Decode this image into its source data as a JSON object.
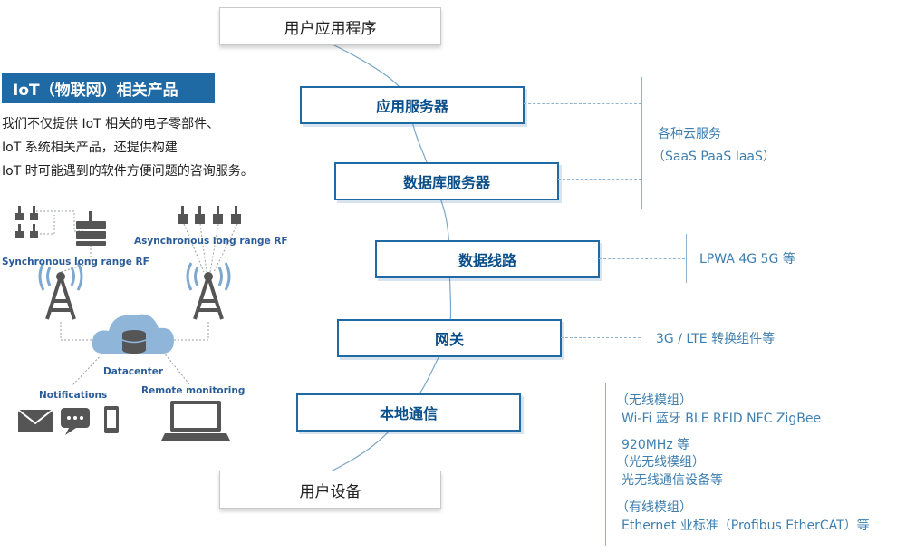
{
  "stack": {
    "top": "用户应用程序",
    "layers": [
      "应用服务器",
      "数据库服务器",
      "数据线路",
      "网关",
      "本地通信"
    ],
    "bottom": "用户设备"
  },
  "right_labels": {
    "cloud_1": "各种云服务",
    "cloud_2": "（SaaS PaaS IaaS）",
    "line": "LPWA 4G 5G 等",
    "gateway": "3G / LTE 转换组件等",
    "local": [
      "（无线模组）",
      "Wi-Fi 蓝牙 BLE RFID NFC ZigBee",
      "920MHz 等",
      "（光无线模组）",
      "光无线通信设备等",
      "（有线模组）",
      "Ethernet 业标准（Profibus EtherCAT）等"
    ]
  },
  "iot": {
    "title": "IoT（物联网）相关产品",
    "desc": [
      "我们不仅提供 IoT 相关的电子零部件、",
      "IoT 系统相关产品，还提供构建",
      "IoT 时可能遇到的软件方便问题的咨询服务。"
    ]
  },
  "illustration": {
    "sync": "Synchronous long range RF",
    "async": "Asynchronous long range RF",
    "datacenter": "Datacenter",
    "notifications": "Notifications",
    "remote": "Remote monitoring"
  },
  "colors": {
    "accent": "#1f6aa5",
    "text_blue": "#3e7fb0",
    "icon_gray": "#555555"
  }
}
